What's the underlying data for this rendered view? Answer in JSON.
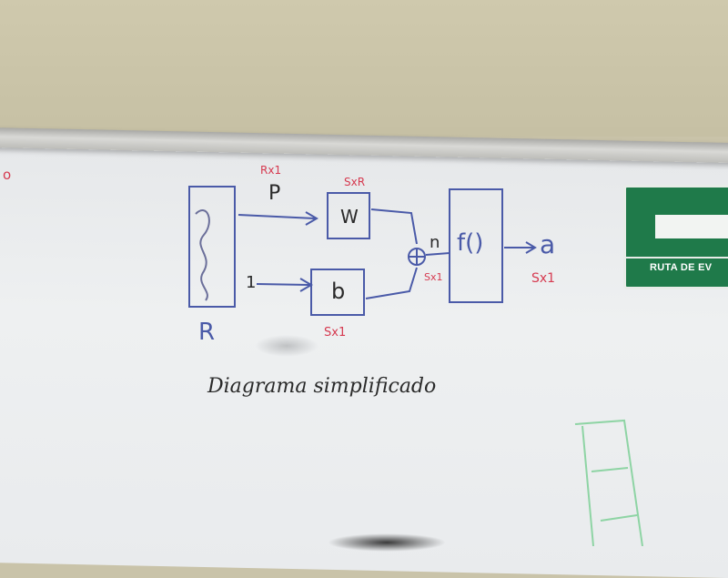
{
  "diagram": {
    "input_label": "R",
    "input_vector": "P",
    "input_dims": "Rx1",
    "weight_label": "W",
    "weight_dims": "SxR",
    "bias_input": "1",
    "bias_label": "b",
    "bias_dims": "Sx1",
    "sum_label": "n",
    "sum_dims": "Sx1",
    "function_label": "f()",
    "output_label": "a",
    "output_dims": "Sx1",
    "caption": "Diagrama simplificado",
    "edge_mark": "o"
  },
  "sign": {
    "text": "RUTA DE EV"
  },
  "colors": {
    "blue_ink": "#4a5aa8",
    "red_ink": "#d63a50",
    "black_ink": "#2a2a2a",
    "sign_green": "#1f7a4a"
  }
}
